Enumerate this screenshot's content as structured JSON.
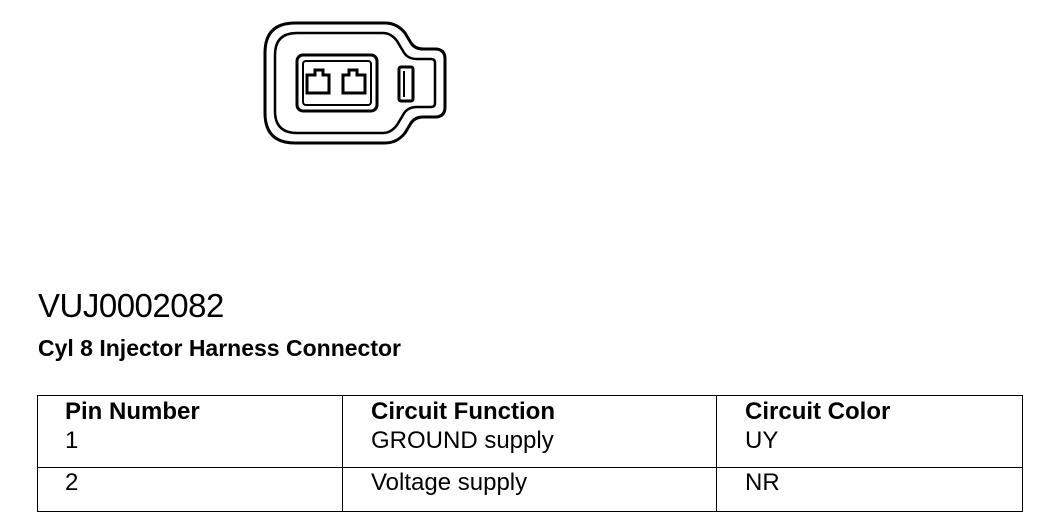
{
  "part_code": "VUJ0002082",
  "connector_name": "Cyl 8 Injector Harness Connector",
  "table": {
    "headers": [
      "Pin Number",
      "Circuit Function",
      "Circuit Color"
    ],
    "rows": [
      [
        "1",
        "GROUND supply",
        "UY"
      ],
      [
        "2",
        "Voltage supply",
        "NR"
      ]
    ]
  },
  "colors": {
    "ink": "#000000",
    "background": "#ffffff"
  }
}
